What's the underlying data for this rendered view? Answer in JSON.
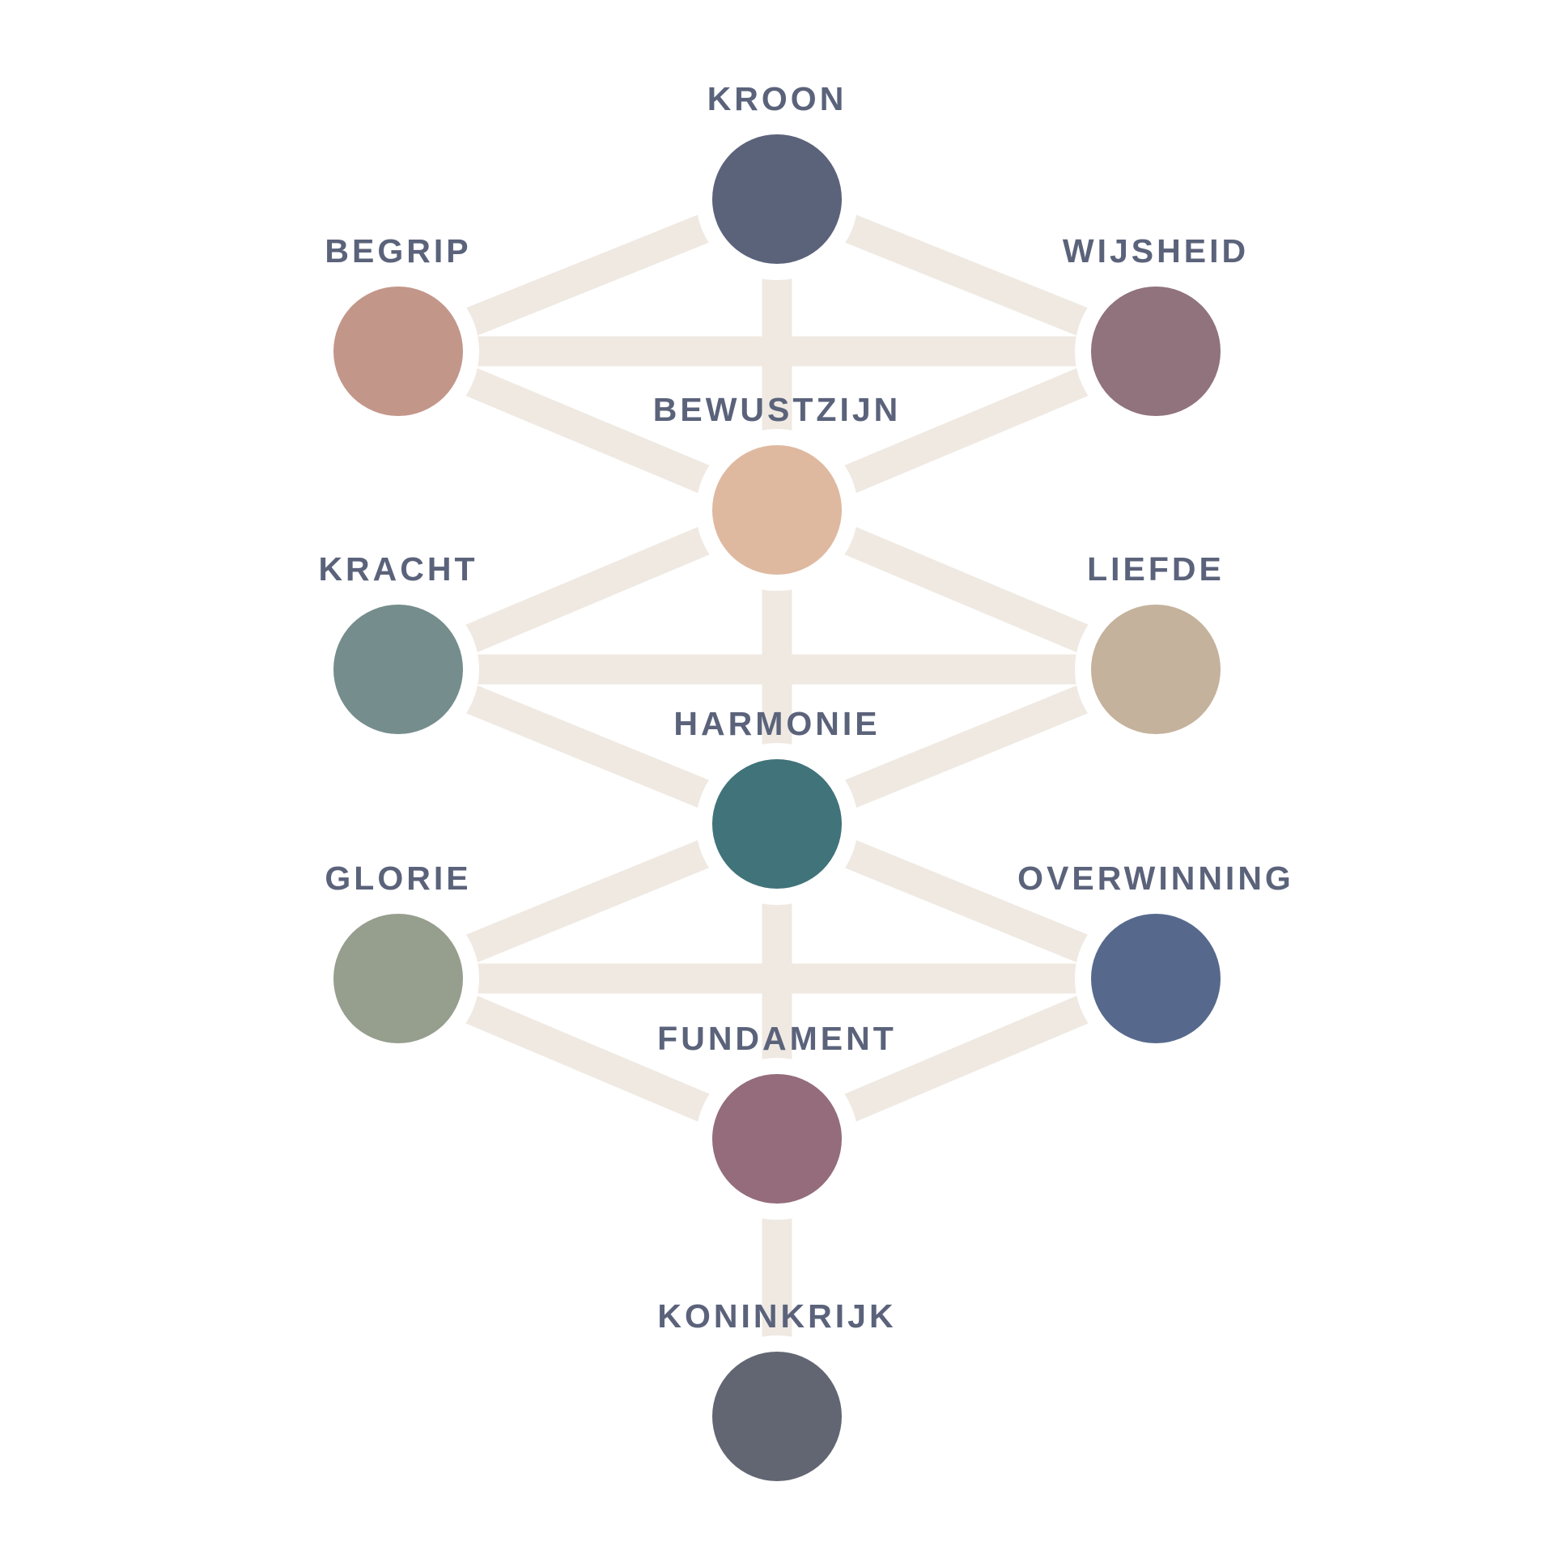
{
  "diagram": {
    "colors": {
      "edge": "#efe9e2",
      "label": "#5b637b",
      "background": "#ffffff"
    },
    "nodes": [
      {
        "id": "kroon",
        "label": "KROON",
        "color": "#5b637b",
        "col": "center",
        "row": 0
      },
      {
        "id": "begrip",
        "label": "BEGRIP",
        "color": "#c3968a",
        "col": "left",
        "row": 1
      },
      {
        "id": "wijsheid",
        "label": "WIJSHEID",
        "color": "#90737c",
        "col": "right",
        "row": 1
      },
      {
        "id": "bewustzijn",
        "label": "BEWUSTZIJN",
        "color": "#deb9a0",
        "col": "center",
        "row": 2
      },
      {
        "id": "kracht",
        "label": "KRACHT",
        "color": "#758d8c",
        "col": "left",
        "row": 3
      },
      {
        "id": "liefde",
        "label": "LIEFDE",
        "color": "#c4b29c",
        "col": "right",
        "row": 3
      },
      {
        "id": "harmonie",
        "label": "HARMONIE",
        "color": "#40737a",
        "col": "center",
        "row": 4
      },
      {
        "id": "glorie",
        "label": "GLORIE",
        "color": "#969e8d",
        "col": "left",
        "row": 5
      },
      {
        "id": "overwinning",
        "label": "OVERWINNING",
        "color": "#56698c",
        "col": "right",
        "row": 5
      },
      {
        "id": "fundament",
        "label": "FUNDAMENT",
        "color": "#946c7c",
        "col": "center",
        "row": 6
      },
      {
        "id": "koninkrijk",
        "label": "KONINKRIJK",
        "color": "#626673",
        "col": "center",
        "row": 7
      }
    ],
    "edges": [
      [
        "kroon",
        "begrip"
      ],
      [
        "kroon",
        "wijsheid"
      ],
      [
        "kroon",
        "bewustzijn"
      ],
      [
        "begrip",
        "wijsheid"
      ],
      [
        "begrip",
        "bewustzijn"
      ],
      [
        "wijsheid",
        "bewustzijn"
      ],
      [
        "bewustzijn",
        "kracht"
      ],
      [
        "bewustzijn",
        "liefde"
      ],
      [
        "kracht",
        "liefde"
      ],
      [
        "bewustzijn",
        "harmonie"
      ],
      [
        "kracht",
        "harmonie"
      ],
      [
        "liefde",
        "harmonie"
      ],
      [
        "harmonie",
        "glorie"
      ],
      [
        "harmonie",
        "overwinning"
      ],
      [
        "glorie",
        "overwinning"
      ],
      [
        "harmonie",
        "fundament"
      ],
      [
        "glorie",
        "fundament"
      ],
      [
        "overwinning",
        "fundament"
      ],
      [
        "fundament",
        "koninkrijk"
      ]
    ]
  }
}
